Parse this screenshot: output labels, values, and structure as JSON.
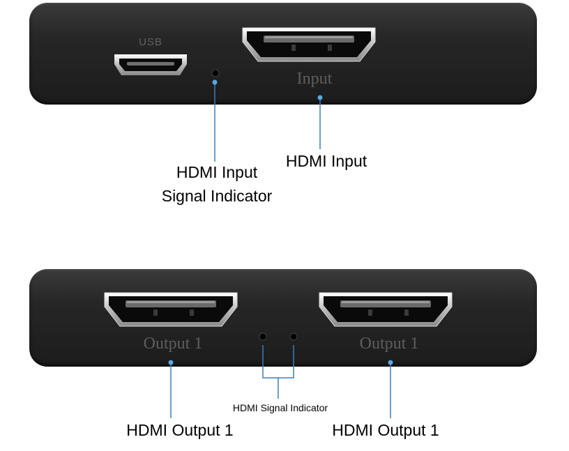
{
  "top_panel": {
    "usb_label": "USB",
    "input_port_label": "Input",
    "callouts": {
      "indicator_line1": "HDMI Input",
      "indicator_line2": "Signal Indicator",
      "hdmi_input": "HDMI Input"
    }
  },
  "bottom_panel": {
    "output_port_left_label": "Output 1",
    "output_port_right_label": "Output 1",
    "callouts": {
      "signal_indicator": "HDMI Signal Indicator",
      "output_left": "HDMI Output 1",
      "output_right": "HDMI Output 1"
    }
  },
  "colors": {
    "device_body": "#262626",
    "port_label": "#5e5e5e",
    "leader_line": "#3d7fb8",
    "leader_dot": "#5aa7e0",
    "led": "#000000"
  }
}
